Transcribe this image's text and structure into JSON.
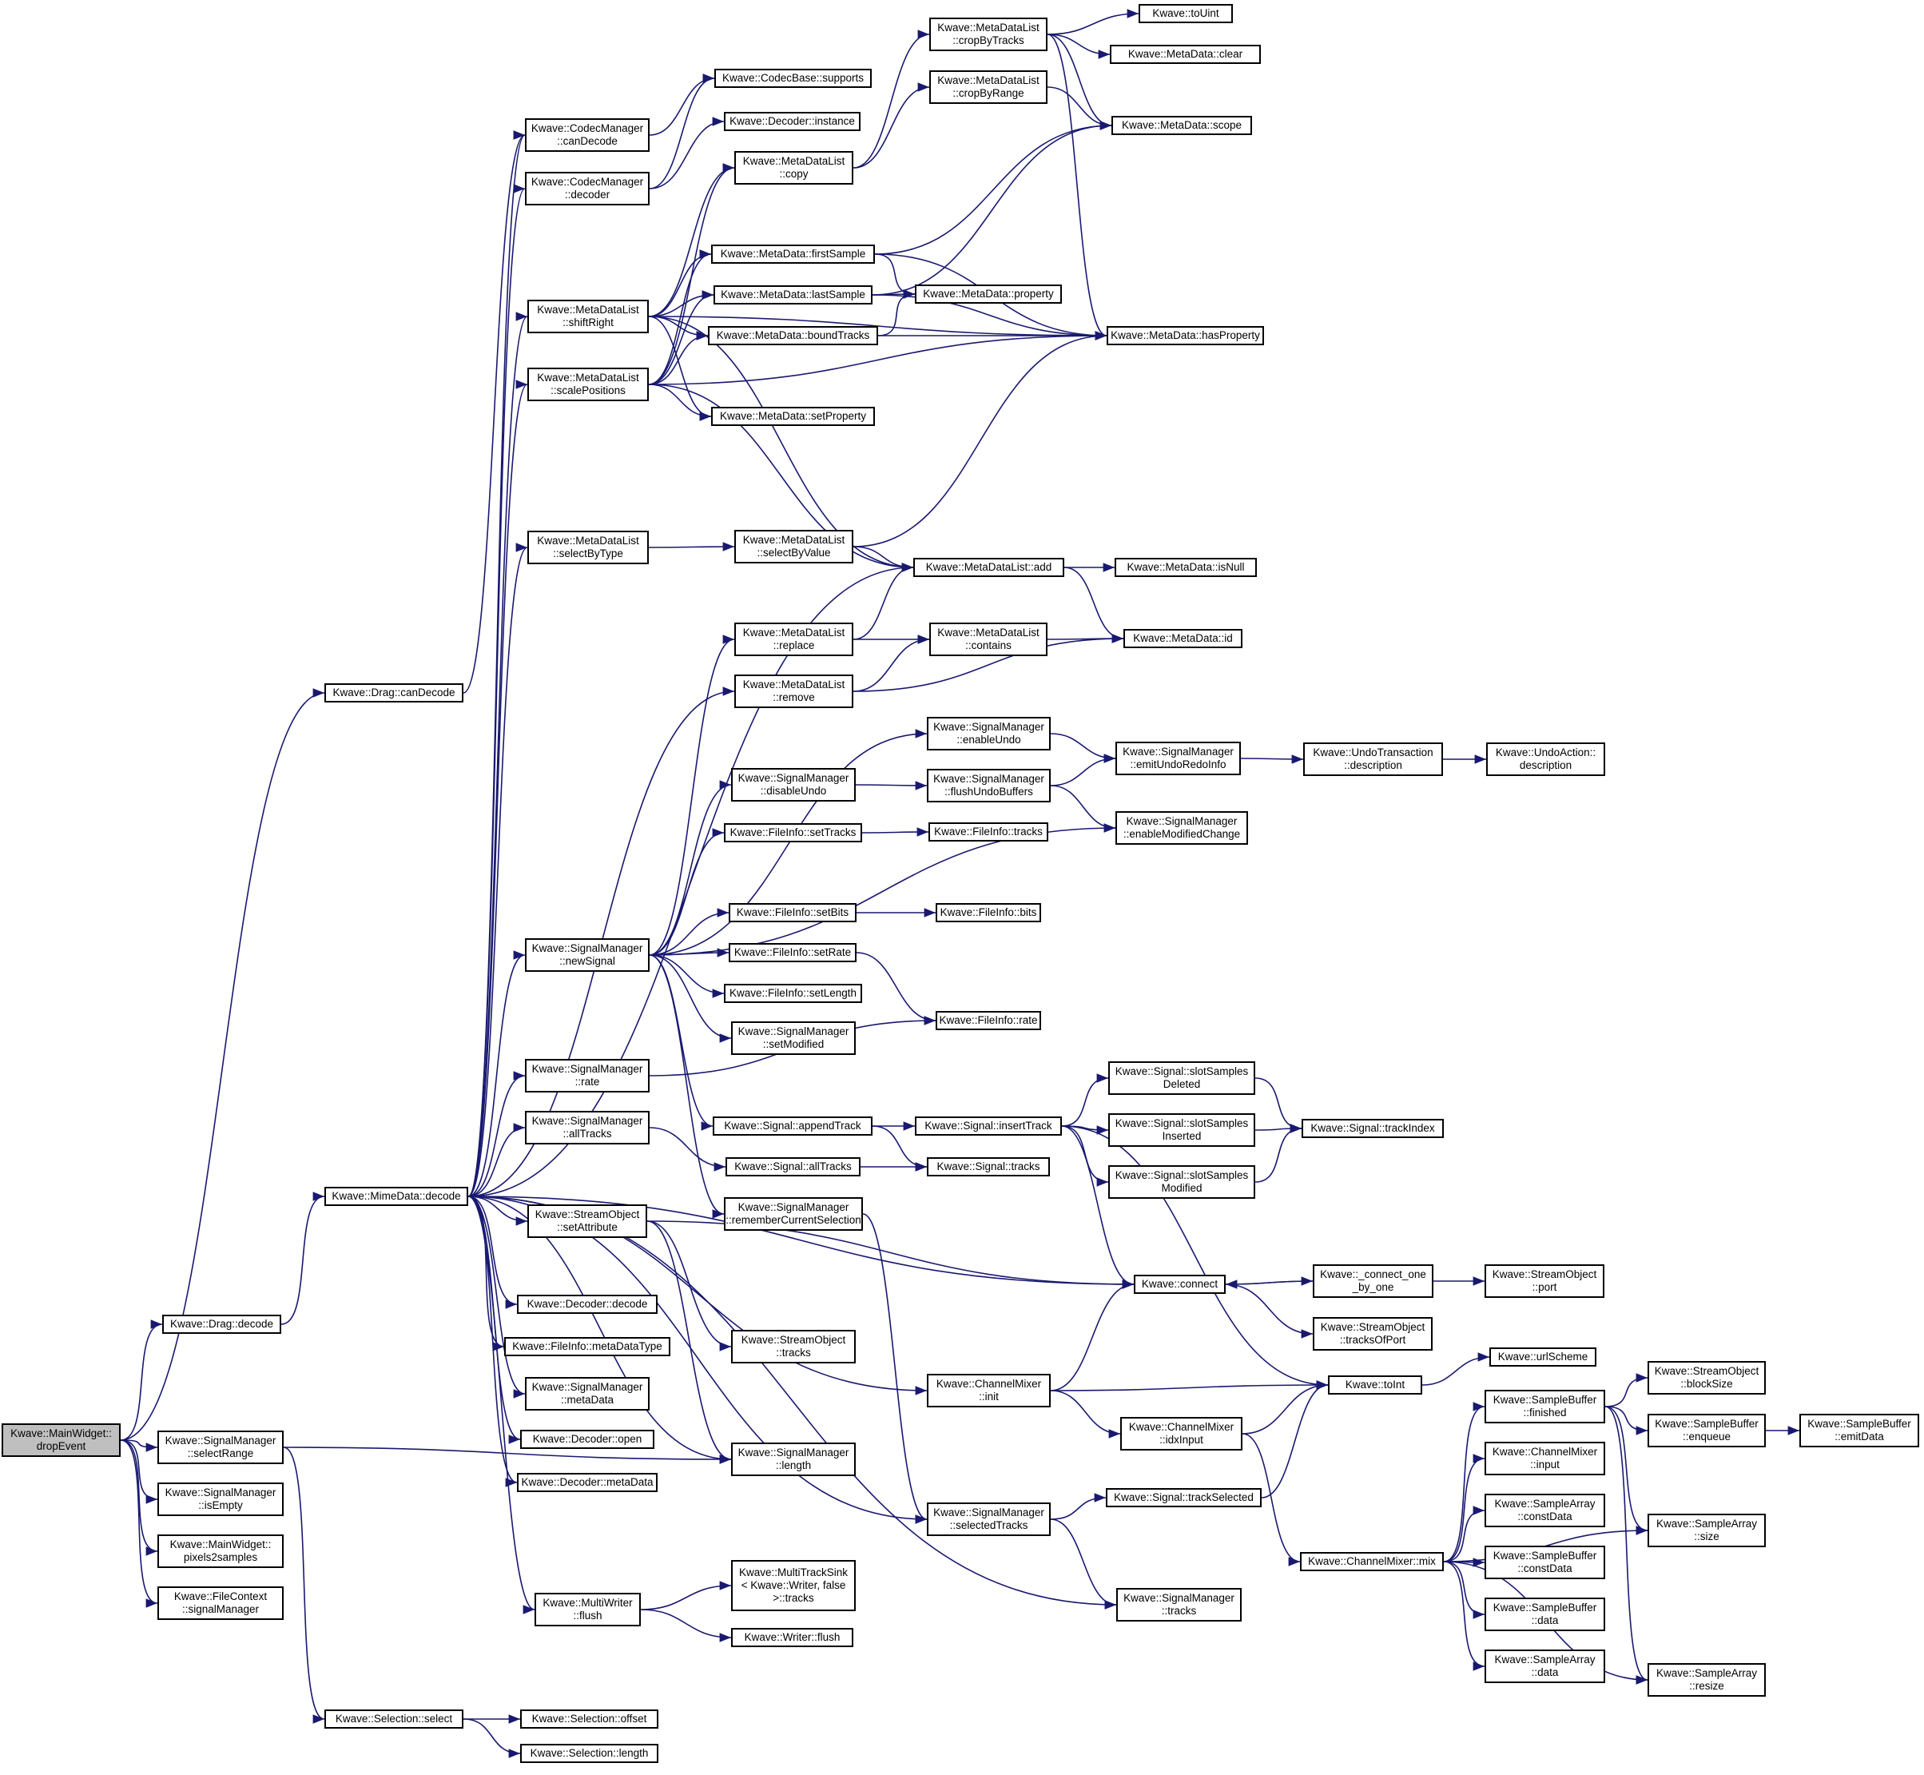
{
  "colors": {
    "edge": "#191970",
    "node_border": "#000000",
    "node_fill": "#ffffff",
    "root_fill": "#bfbfbf"
  },
  "nodes": {
    "root": [
      "Kwave::MainWidget::",
      "dropEvent"
    ],
    "drag_candecode": [
      "Kwave::Drag::canDecode"
    ],
    "drag_decode": [
      "Kwave::Drag::decode"
    ],
    "sm_selectrange": [
      "Kwave::SignalManager",
      "::selectRange"
    ],
    "sm_isempty": [
      "Kwave::SignalManager",
      "::isEmpty"
    ],
    "mw_pixels2samples": [
      "Kwave::MainWidget::",
      "pixels2samples"
    ],
    "fc_signalmanager": [
      "Kwave::FileContext",
      "::signalManager"
    ],
    "sel_select": [
      "Kwave::Selection::select"
    ],
    "sel_offset": [
      "Kwave::Selection::offset"
    ],
    "sel_length": [
      "Kwave::Selection::length"
    ],
    "mime_decode": [
      "Kwave::MimeData::decode"
    ],
    "cm_candecode": [
      "Kwave::CodecManager",
      "::canDecode"
    ],
    "cm_decoder": [
      "Kwave::CodecManager",
      "::decoder"
    ],
    "codecbase_supports": [
      "Kwave::CodecBase::supports"
    ],
    "decoder_instance": [
      "Kwave::Decoder::instance"
    ],
    "mdl_shiftright": [
      "Kwave::MetaDataList",
      "::shiftRight"
    ],
    "mdl_scalepositions": [
      "Kwave::MetaDataList",
      "::scalePositions"
    ],
    "mdl_selectbytype": [
      "Kwave::MetaDataList",
      "::selectByType"
    ],
    "sm_newsignal": [
      "Kwave::SignalManager",
      "::newSignal"
    ],
    "sm_rate": [
      "Kwave::SignalManager",
      "::rate"
    ],
    "sm_alltracks": [
      "Kwave::SignalManager",
      "::allTracks"
    ],
    "so_setattribute": [
      "Kwave::StreamObject",
      "::setAttribute"
    ],
    "decoder_decode": [
      "Kwave::Decoder::decode"
    ],
    "fi_metadatatype": [
      "Kwave::FileInfo::metaDataType"
    ],
    "sm_metadata": [
      "Kwave::SignalManager",
      "::metaData"
    ],
    "decoder_open": [
      "Kwave::Decoder::open"
    ],
    "decoder_metadata": [
      "Kwave::Decoder::metaData"
    ],
    "mw_flush": [
      "Kwave::MultiWriter",
      "::flush"
    ],
    "mdl_copy": [
      "Kwave::MetaDataList",
      "::copy"
    ],
    "md_firstsample": [
      "Kwave::MetaData::firstSample"
    ],
    "md_lastsample": [
      "Kwave::MetaData::lastSample"
    ],
    "md_boundtracks": [
      "Kwave::MetaData::boundTracks"
    ],
    "md_setproperty": [
      "Kwave::MetaData::setProperty"
    ],
    "mdl_selectbyvalue": [
      "Kwave::MetaDataList",
      "::selectByValue"
    ],
    "mdl_replace": [
      "Kwave::MetaDataList",
      "::replace"
    ],
    "mdl_remove": [
      "Kwave::MetaDataList",
      "::remove"
    ],
    "sm_disableundo": [
      "Kwave::SignalManager",
      "::disableUndo"
    ],
    "fi_settracks": [
      "Kwave::FileInfo::setTracks"
    ],
    "fi_setbits": [
      "Kwave::FileInfo::setBits"
    ],
    "fi_setrate": [
      "Kwave::FileInfo::setRate"
    ],
    "fi_setlength": [
      "Kwave::FileInfo::setLength"
    ],
    "sm_setmodified": [
      "Kwave::SignalManager",
      "::setModified"
    ],
    "signal_appendtrack": [
      "Kwave::Signal::appendTrack"
    ],
    "signal_alltracks": [
      "Kwave::Signal::allTracks"
    ],
    "sm_remembercurrentselection": [
      "Kwave::SignalManager",
      "::rememberCurrentSelection"
    ],
    "so_tracks": [
      "Kwave::StreamObject",
      "::tracks"
    ],
    "sm_length": [
      "Kwave::SignalManager",
      "::length"
    ],
    "mts_tracks": [
      "Kwave::MultiTrackSink",
      "< Kwave::Writer, false",
      ">::tracks"
    ],
    "writer_flush": [
      "Kwave::Writer::flush"
    ],
    "mdl_cropbytracks": [
      "Kwave::MetaDataList",
      "::cropByTracks"
    ],
    "mdl_cropbyrange": [
      "Kwave::MetaDataList",
      "::cropByRange"
    ],
    "md_property": [
      "Kwave::MetaData::property"
    ],
    "mdl_add": [
      "Kwave::MetaDataList::add"
    ],
    "mdl_contains": [
      "Kwave::MetaDataList",
      "::contains"
    ],
    "sm_enableundo": [
      "Kwave::SignalManager",
      "::enableUndo"
    ],
    "sm_flushundobuffers": [
      "Kwave::SignalManager",
      "::flushUndoBuffers"
    ],
    "fi_tracks": [
      "Kwave::FileInfo::tracks"
    ],
    "fi_bits": [
      "Kwave::FileInfo::bits"
    ],
    "fi_rate": [
      "Kwave::FileInfo::rate"
    ],
    "signal_inserttrack": [
      "Kwave::Signal::insertTrack"
    ],
    "signal_tracks": [
      "Kwave::Signal::tracks"
    ],
    "chm_init": [
      "Kwave::ChannelMixer",
      "::init"
    ],
    "sm_selectedtracks": [
      "Kwave::SignalManager",
      "::selectedTracks"
    ],
    "md_touint": [
      "Kwave::toUint"
    ],
    "md_clear": [
      "Kwave::MetaData::clear"
    ],
    "md_scope": [
      "Kwave::MetaData::scope"
    ],
    "md_hasproperty": [
      "Kwave::MetaData::hasProperty"
    ],
    "md_isnull": [
      "Kwave::MetaData::isNull"
    ],
    "md_id": [
      "Kwave::MetaData::id"
    ],
    "sm_emitundoredoinfo": [
      "Kwave::SignalManager",
      "::emitUndoRedoInfo"
    ],
    "sm_enablemodifiedchange": [
      "Kwave::SignalManager",
      "::enableModifiedChange"
    ],
    "sig_slotsamplesdeleted": [
      "Kwave::Signal::slotSamples",
      "Deleted"
    ],
    "sig_slotsamplesinserted": [
      "Kwave::Signal::slotSamples",
      "Inserted"
    ],
    "sig_slotsamplesmodified": [
      "Kwave::Signal::slotSamples",
      "Modified"
    ],
    "connect": [
      "Kwave::connect"
    ],
    "chm_idxinput": [
      "Kwave::ChannelMixer",
      "::idxInput"
    ],
    "sig_trackselected": [
      "Kwave::Signal::trackSelected"
    ],
    "sm_tracks": [
      "Kwave::SignalManager",
      "::tracks"
    ],
    "ut_description": [
      "Kwave::UndoTransaction",
      "::description"
    ],
    "connect_one_by_one": [
      "Kwave::_connect_one",
      "_by_one"
    ],
    "so_tracksofport": [
      "Kwave::StreamObject",
      "::tracksOfPort"
    ],
    "toint": [
      "Kwave::toInt"
    ],
    "chm_mix": [
      "Kwave::ChannelMixer::mix"
    ],
    "ua_description": [
      "Kwave::UndoAction::",
      "description"
    ],
    "so_port": [
      "Kwave::StreamObject",
      "::port"
    ],
    "urlscheme": [
      "Kwave::urlScheme"
    ],
    "sb_finished": [
      "Kwave::SampleBuffer",
      "::finished"
    ],
    "chm_input": [
      "Kwave::ChannelMixer",
      "::input"
    ],
    "sa_constdata": [
      "Kwave::SampleArray",
      "::constData"
    ],
    "sb_constdata": [
      "Kwave::SampleBuffer",
      "::constData"
    ],
    "sb_data": [
      "Kwave::SampleBuffer",
      "::data"
    ],
    "sa_data": [
      "Kwave::SampleArray",
      "::data"
    ],
    "so_blocksize": [
      "Kwave::StreamObject",
      "::blockSize"
    ],
    "sb_enqueue": [
      "Kwave::SampleBuffer",
      "::enqueue"
    ],
    "sa_size": [
      "Kwave::SampleArray",
      "::size"
    ],
    "sa_resize": [
      "Kwave::SampleArray",
      "::resize"
    ],
    "sb_emitdata": [
      "Kwave::SampleBuffer",
      "::emitData"
    ]
  },
  "edges": [
    [
      "root",
      "drag_candecode"
    ],
    [
      "root",
      "drag_decode"
    ],
    [
      "root",
      "sm_selectrange"
    ],
    [
      "root",
      "sm_isempty"
    ],
    [
      "root",
      "mw_pixels2samples"
    ],
    [
      "root",
      "fc_signalmanager"
    ],
    [
      "drag_candecode",
      "cm_candecode"
    ],
    [
      "drag_decode",
      "mime_decode"
    ],
    [
      "sm_selectrange",
      "sel_select"
    ],
    [
      "sm_selectrange",
      "sm_length"
    ],
    [
      "sel_select",
      "sel_offset"
    ],
    [
      "sel_select",
      "sel_length"
    ],
    [
      "cm_candecode",
      "codecbase_supports"
    ],
    [
      "cm_decoder",
      "codecbase_supports"
    ],
    [
      "cm_decoder",
      "decoder_instance"
    ],
    [
      "mime_decode",
      "cm_candecode"
    ],
    [
      "mime_decode",
      "cm_decoder"
    ],
    [
      "mime_decode",
      "mdl_shiftright"
    ],
    [
      "mime_decode",
      "mdl_scalepositions"
    ],
    [
      "mime_decode",
      "mdl_selectbytype"
    ],
    [
      "mime_decode",
      "mdl_add"
    ],
    [
      "mime_decode",
      "mdl_remove"
    ],
    [
      "mime_decode",
      "sm_newsignal"
    ],
    [
      "mime_decode",
      "sm_rate"
    ],
    [
      "mime_decode",
      "sm_alltracks"
    ],
    [
      "mime_decode",
      "connect"
    ],
    [
      "mime_decode",
      "so_setattribute"
    ],
    [
      "mime_decode",
      "decoder_decode"
    ],
    [
      "mime_decode",
      "fi_metadatatype"
    ],
    [
      "mime_decode",
      "sm_metadata"
    ],
    [
      "mime_decode",
      "decoder_open"
    ],
    [
      "mime_decode",
      "decoder_metadata"
    ],
    [
      "mime_decode",
      "mw_flush"
    ],
    [
      "mime_decode",
      "chm_init"
    ],
    [
      "mime_decode",
      "sm_length"
    ],
    [
      "mime_decode",
      "sm_selectedtracks"
    ],
    [
      "mime_decode",
      "sm_tracks"
    ],
    [
      "mdl_shiftright",
      "mdl_copy"
    ],
    [
      "mdl_shiftright",
      "md_firstsample"
    ],
    [
      "mdl_shiftright",
      "md_lastsample"
    ],
    [
      "mdl_shiftright",
      "md_boundtracks"
    ],
    [
      "mdl_shiftright",
      "md_setproperty"
    ],
    [
      "mdl_shiftright",
      "md_hasproperty"
    ],
    [
      "mdl_shiftright",
      "mdl_add"
    ],
    [
      "mdl_scalepositions",
      "mdl_copy"
    ],
    [
      "mdl_scalepositions",
      "md_firstsample"
    ],
    [
      "mdl_scalepositions",
      "md_lastsample"
    ],
    [
      "mdl_scalepositions",
      "md_boundtracks"
    ],
    [
      "mdl_scalepositions",
      "md_setproperty"
    ],
    [
      "mdl_scalepositions",
      "md_hasproperty"
    ],
    [
      "mdl_scalepositions",
      "mdl_add"
    ],
    [
      "mdl_selectbytype",
      "mdl_selectbyvalue"
    ],
    [
      "mdl_selectbyvalue",
      "mdl_add"
    ],
    [
      "mdl_selectbyvalue",
      "md_hasproperty"
    ],
    [
      "mdl_copy",
      "mdl_cropbytracks"
    ],
    [
      "mdl_copy",
      "mdl_cropbyrange"
    ],
    [
      "mdl_cropbytracks",
      "md_touint"
    ],
    [
      "mdl_cropbytracks",
      "md_clear"
    ],
    [
      "mdl_cropbytracks",
      "md_scope"
    ],
    [
      "mdl_cropbytracks",
      "md_hasproperty"
    ],
    [
      "mdl_cropbyrange",
      "md_scope"
    ],
    [
      "md_firstsample",
      "md_scope"
    ],
    [
      "md_firstsample",
      "md_property"
    ],
    [
      "md_firstsample",
      "md_hasproperty"
    ],
    [
      "md_lastsample",
      "md_scope"
    ],
    [
      "md_lastsample",
      "md_property"
    ],
    [
      "md_lastsample",
      "md_hasproperty"
    ],
    [
      "md_boundtracks",
      "md_property"
    ],
    [
      "md_boundtracks",
      "md_hasproperty"
    ],
    [
      "mdl_add",
      "md_isnull"
    ],
    [
      "mdl_add",
      "md_id"
    ],
    [
      "mdl_replace",
      "mdl_add"
    ],
    [
      "mdl_replace",
      "mdl_contains"
    ],
    [
      "mdl_remove",
      "mdl_contains"
    ],
    [
      "mdl_remove",
      "md_id"
    ],
    [
      "mdl_contains",
      "md_id"
    ],
    [
      "sm_newsignal",
      "mdl_replace"
    ],
    [
      "sm_newsignal",
      "sm_enableundo"
    ],
    [
      "sm_newsignal",
      "sm_disableundo"
    ],
    [
      "sm_newsignal",
      "fi_settracks"
    ],
    [
      "sm_newsignal",
      "sm_enablemodifiedchange"
    ],
    [
      "sm_newsignal",
      "fi_setbits"
    ],
    [
      "sm_newsignal",
      "fi_setrate"
    ],
    [
      "sm_newsignal",
      "fi_setlength"
    ],
    [
      "sm_newsignal",
      "sm_setmodified"
    ],
    [
      "sm_newsignal",
      "signal_appendtrack"
    ],
    [
      "sm_newsignal",
      "sm_remembercurrentselection"
    ],
    [
      "sm_enableundo",
      "sm_emitundoredoinfo"
    ],
    [
      "sm_disableundo",
      "sm_flushundobuffers"
    ],
    [
      "sm_flushundobuffers",
      "sm_emitundoredoinfo"
    ],
    [
      "sm_flushundobuffers",
      "sm_enablemodifiedchange"
    ],
    [
      "sm_emitundoredoinfo",
      "ut_description"
    ],
    [
      "ut_description",
      "ua_description"
    ],
    [
      "fi_settracks",
      "fi_tracks"
    ],
    [
      "fi_setbits",
      "fi_bits"
    ],
    [
      "fi_setrate",
      "fi_rate"
    ],
    [
      "sm_rate",
      "fi_rate"
    ],
    [
      "sm_alltracks",
      "signal_alltracks"
    ],
    [
      "signal_alltracks",
      "signal_tracks"
    ],
    [
      "signal_appendtrack",
      "signal_inserttrack"
    ],
    [
      "signal_appendtrack",
      "signal_tracks"
    ],
    [
      "signal_inserttrack",
      "sig_slotsamplesdeleted"
    ],
    [
      "signal_inserttrack",
      "sig_slotsamplesinserted"
    ],
    [
      "signal_inserttrack",
      "sig_slotsamplesmodified"
    ],
    [
      "signal_inserttrack",
      "connect"
    ],
    [
      "signal_inserttrack",
      "toint"
    ],
    [
      "sig_slotsamplesdeleted",
      "sig_trackindex"
    ],
    [
      "sig_slotsamplesinserted",
      "sig_trackindex"
    ],
    [
      "sig_slotsamplesmodified",
      "sig_trackindex"
    ],
    [
      "sm_remembercurrentselection",
      "sm_selectedtracks"
    ],
    [
      "so_setattribute",
      "connect"
    ],
    [
      "so_setattribute",
      "so_tracks"
    ],
    [
      "so_setattribute",
      "sm_length"
    ],
    [
      "connect",
      "connect_one_by_one"
    ],
    [
      "connect",
      "so_tracksofport"
    ],
    [
      "connect_one_by_one",
      "connect"
    ],
    [
      "connect_one_by_one",
      "so_port"
    ],
    [
      "chm_init",
      "connect"
    ],
    [
      "chm_init",
      "toint"
    ],
    [
      "chm_init",
      "chm_idxinput"
    ],
    [
      "chm_idxinput",
      "toint"
    ],
    [
      "chm_idxinput",
      "chm_mix"
    ],
    [
      "toint",
      "urlscheme"
    ],
    [
      "sm_selectedtracks",
      "sig_trackselected"
    ],
    [
      "sm_selectedtracks",
      "sm_tracks"
    ],
    [
      "sig_trackselected",
      "toint"
    ],
    [
      "mw_flush",
      "mts_tracks"
    ],
    [
      "mw_flush",
      "writer_flush"
    ],
    [
      "chm_mix",
      "sb_finished"
    ],
    [
      "chm_mix",
      "chm_input"
    ],
    [
      "chm_mix",
      "sa_constdata"
    ],
    [
      "chm_mix",
      "sb_constdata"
    ],
    [
      "chm_mix",
      "sb_data"
    ],
    [
      "chm_mix",
      "sa_data"
    ],
    [
      "chm_mix",
      "sa_size"
    ],
    [
      "chm_mix",
      "sa_resize"
    ],
    [
      "sb_finished",
      "so_blocksize"
    ],
    [
      "sb_finished",
      "sb_enqueue"
    ],
    [
      "sb_finished",
      "sa_size"
    ],
    [
      "sb_finished",
      "sa_resize"
    ],
    [
      "sb_enqueue",
      "sb_emitdata"
    ]
  ],
  "extra_nodes": {
    "sig_trackindex": [
      "Kwave::Signal::trackIndex"
    ]
  }
}
